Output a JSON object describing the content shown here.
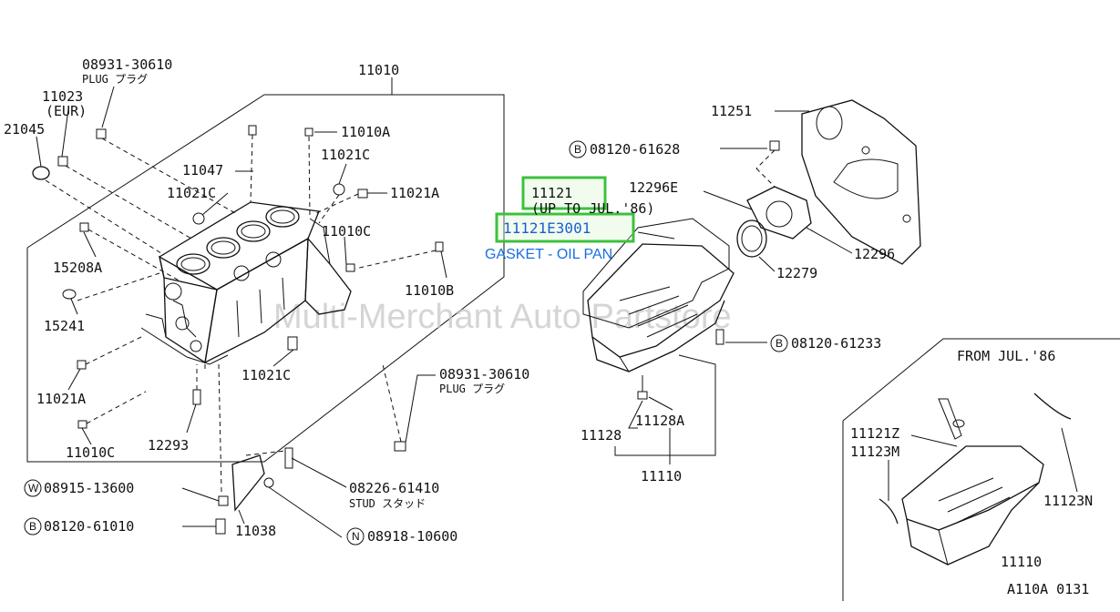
{
  "diagram": {
    "watermark": "Multi-Merchant Auto Partstore",
    "figure_code": "A110A 0131",
    "inset_title": "FROM JUL.'86",
    "highlight": {
      "part_number": "11121",
      "note": "(UP TO JUL.'86)",
      "oem_number": "11121E3001",
      "description": "GASKET - OIL PAN"
    },
    "labels": {
      "p08931_top": "08931-30610",
      "plug_top": "PLUG プラグ",
      "p11023": "11023",
      "eur": "(EUR)",
      "p21045": "21045",
      "p11010": "11010",
      "p11010A": "11010A",
      "p11021C_a": "11021C",
      "p11047": "11047",
      "p11021C_b": "11021C",
      "p11021A_a": "11021A",
      "p11010C_a": "11010C",
      "p15208A": "15208A",
      "p15241": "15241",
      "p11010B": "11010B",
      "p11021C_c": "11021C",
      "p11021A_b": "11021A",
      "p12293": "12293",
      "p11010C_b": "11010C",
      "p08931_mid": "08931-30610",
      "plug_mid": "PLUG プラグ",
      "p08915": "08915-13600",
      "p08226": "08226-61410",
      "stud": "STUD スタッド",
      "p08120_61010": "08120-61010",
      "p11038": "11038",
      "p08918": "08918-10600",
      "p11251": "11251",
      "p08120_61628": "08120-61628",
      "p12296E": "12296E",
      "p12296": "12296",
      "p12279": "12279",
      "p08120_61233": "08120-61233",
      "p11128": "11128",
      "p11128A": "11128A",
      "p11110_a": "11110",
      "p11121Z": "11121Z",
      "p11123M": "11123M",
      "p11123N": "11123N",
      "p11110_b": "11110"
    },
    "callout_letters": {
      "B1": "B",
      "B2": "B",
      "B3": "B",
      "W": "W",
      "N": "N"
    }
  }
}
